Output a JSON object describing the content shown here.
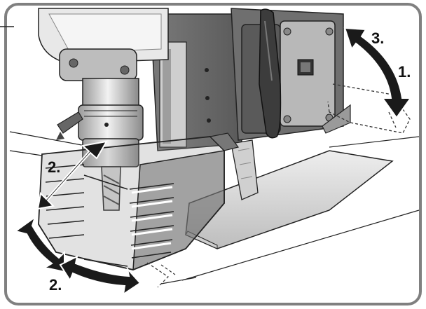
{
  "illustration": {
    "callouts": {
      "step_1": "1.",
      "step_2_upper": "2.",
      "step_2_lower": "2.",
      "step_3": "3."
    },
    "colors": {
      "frame": "#808080",
      "machine_dark": "#4a4a4a",
      "machine_mid": "#8a8a8a",
      "machine_light": "#d8d8d8",
      "guard": "#6e6e6e",
      "arrow": "#1a1a1a",
      "outline": "#222222"
    },
    "icons": [
      "drill-machine",
      "chip-guard",
      "double-arrow",
      "handle-lever"
    ]
  }
}
